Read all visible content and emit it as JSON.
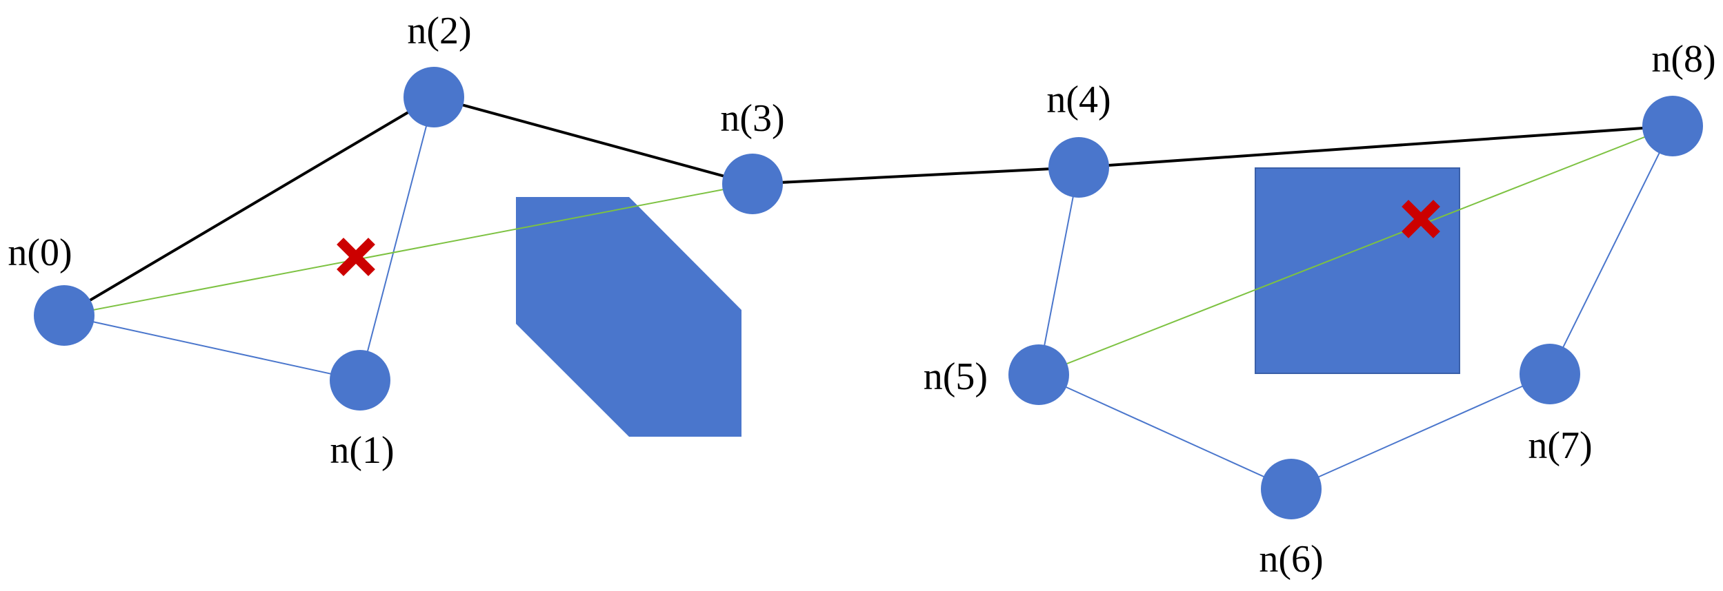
{
  "diagram": {
    "nodes": [
      {
        "id": "n0",
        "label": "n(0)"
      },
      {
        "id": "n1",
        "label": "n(1)"
      },
      {
        "id": "n2",
        "label": "n(2)"
      },
      {
        "id": "n3",
        "label": "n(3)"
      },
      {
        "id": "n4",
        "label": "n(4)"
      },
      {
        "id": "n5",
        "label": "n(5)"
      },
      {
        "id": "n6",
        "label": "n(6)"
      },
      {
        "id": "n7",
        "label": "n(7)"
      },
      {
        "id": "n8",
        "label": "n(8)"
      }
    ],
    "path_edges": [
      [
        "n0",
        "n2"
      ],
      [
        "n2",
        "n3"
      ],
      [
        "n3",
        "n4"
      ],
      [
        "n4",
        "n8"
      ]
    ],
    "graph_edges": [
      [
        "n0",
        "n1"
      ],
      [
        "n1",
        "n2"
      ],
      [
        "n4",
        "n5"
      ],
      [
        "n5",
        "n6"
      ],
      [
        "n6",
        "n7"
      ],
      [
        "n7",
        "n8"
      ]
    ],
    "blocked_edges": [
      [
        "n0",
        "n3"
      ],
      [
        "n5",
        "n8"
      ]
    ],
    "obstacles": [
      {
        "id": "octagon-obstacle",
        "shape": "octagon"
      },
      {
        "id": "square-obstacle",
        "shape": "square"
      }
    ],
    "colors": {
      "node": "#4a76cc",
      "obstacle": "#4a76cc",
      "path_edge": "#000000",
      "graph_edge": "#4a76cc",
      "blocked_edge": "#7dc242",
      "blocked_marker": "#cc0000"
    }
  }
}
